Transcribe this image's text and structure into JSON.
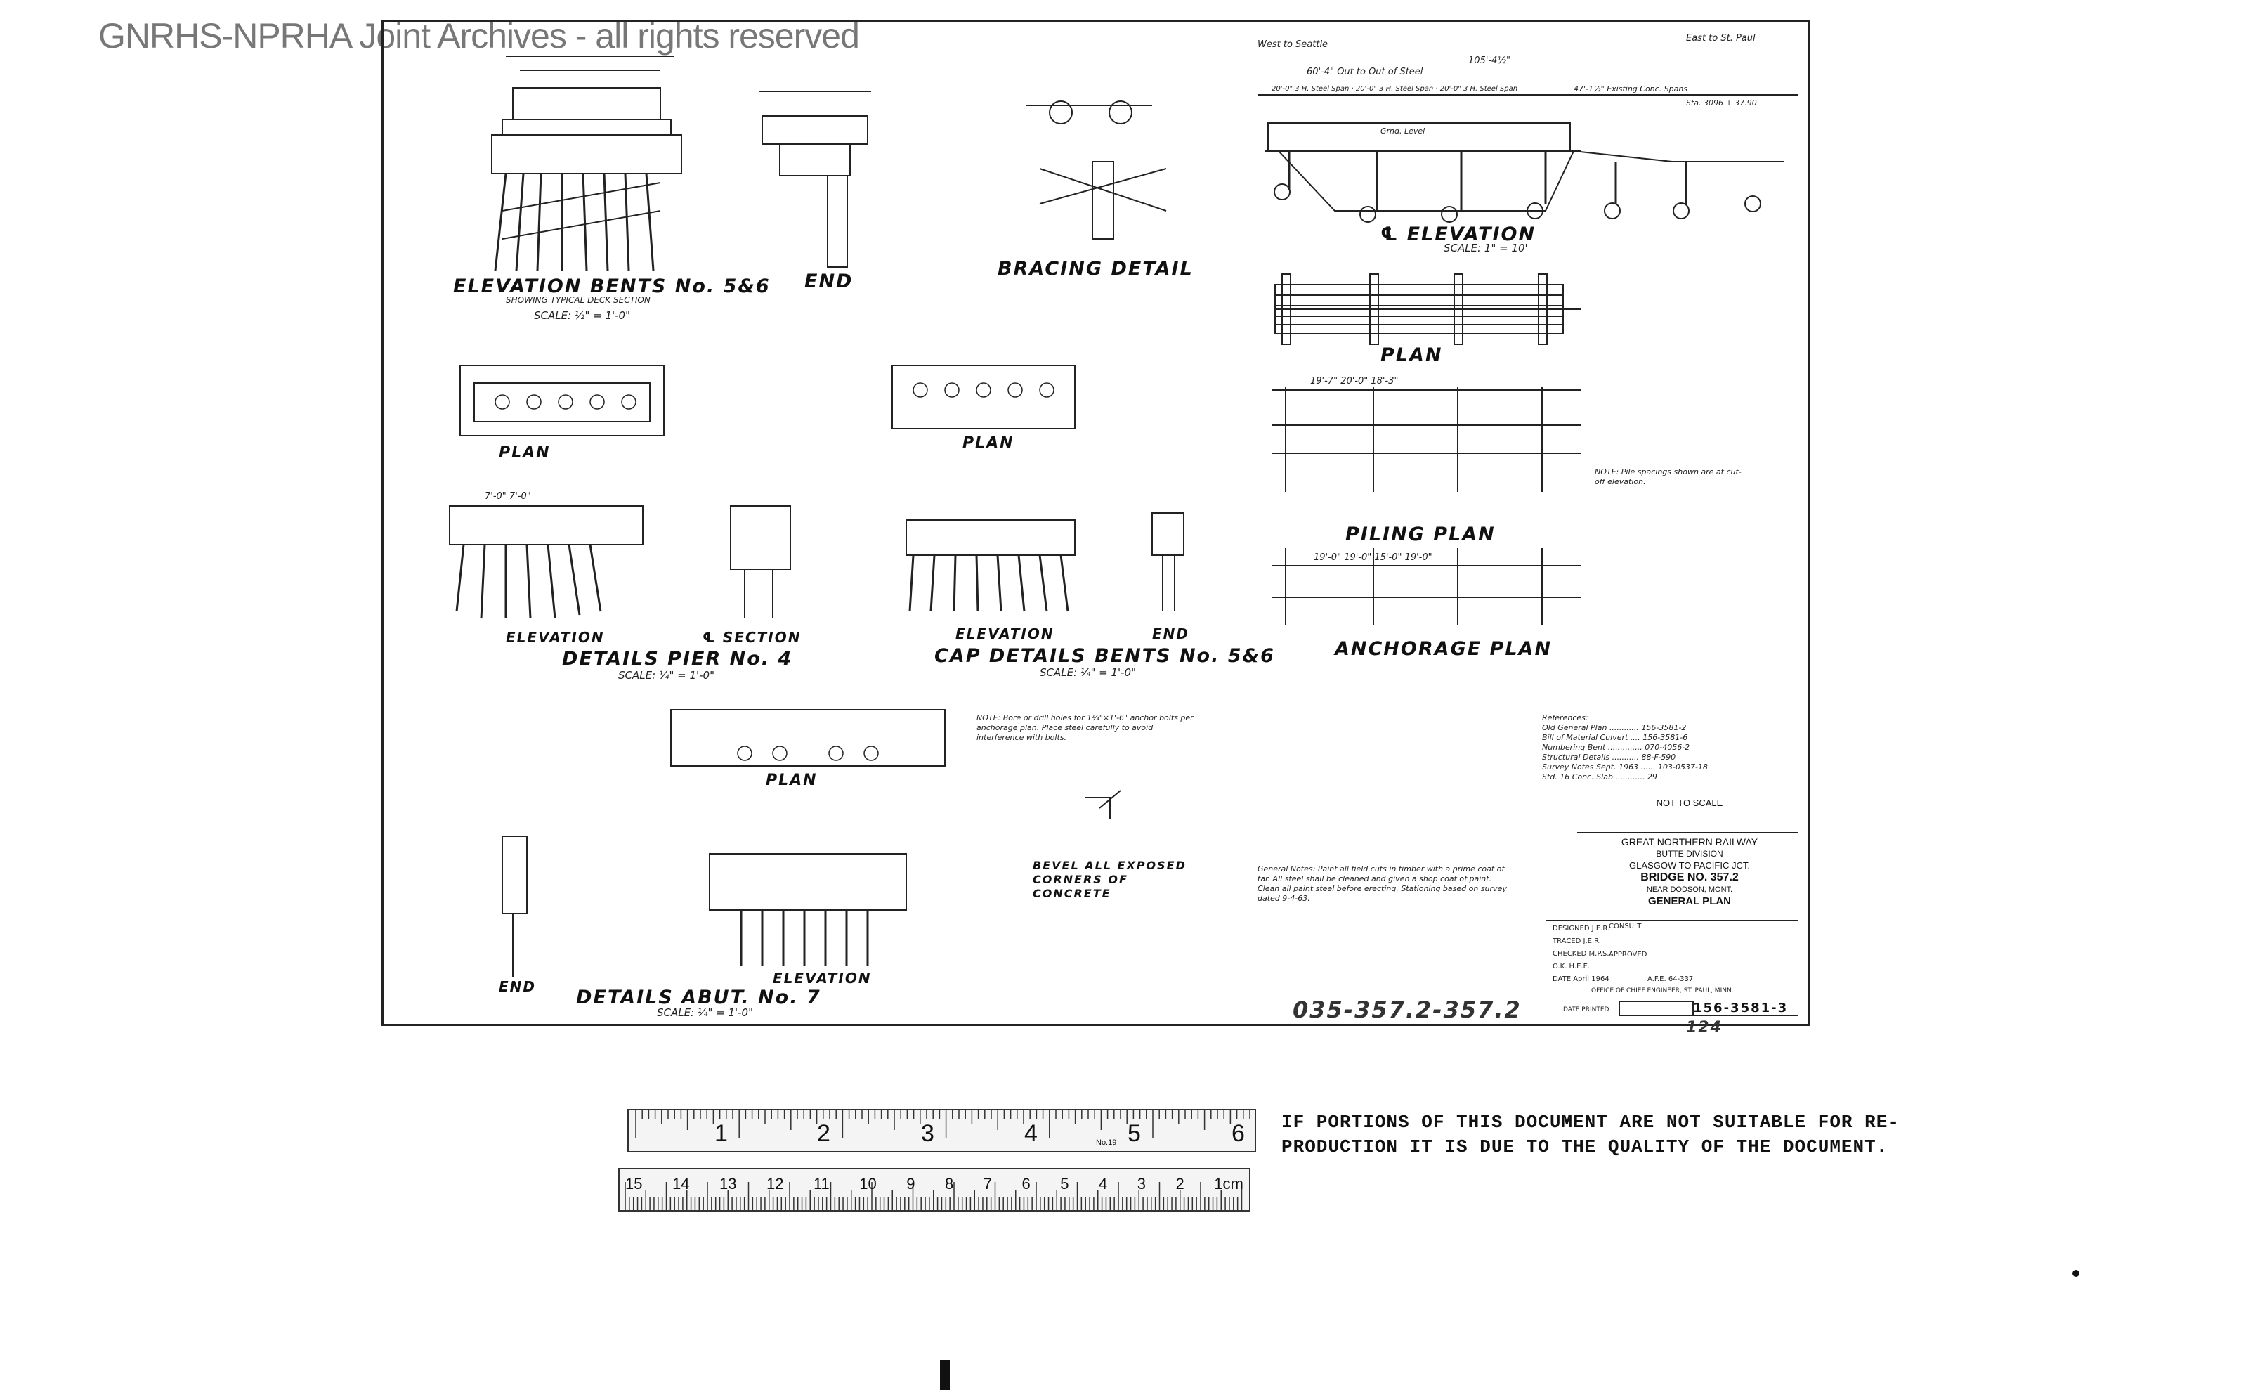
{
  "watermark": "GNRHS-NPRHA Joint Archives - all rights reserved",
  "drawing": {
    "views": {
      "elevation_bents": "ELEVATION BENTS No. 5&6",
      "showing_typical": "SHOWING TYPICAL DECK SECTION",
      "end": "END",
      "bracing_detail": "BRACING DETAIL",
      "cl_elevation": "℄ ELEVATION",
      "plan": "PLAN",
      "piling_plan": "PILING PLAN",
      "anchorage_plan": "ANCHORAGE PLAN",
      "details_pier": "DETAILS PIER No. 4",
      "cap_details": "CAP DETAILS BENTS No. 5&6",
      "details_abut": "DETAILS ABUT. No. 7",
      "elevation": "ELEVATION",
      "cl_section": "℄ SECTION",
      "bevel_note": "BEVEL ALL EXPOSED CORNERS OF CONCRETE"
    },
    "scales": {
      "half_inch": "SCALE: ½\" = 1'-0\"",
      "quarter_inch": "SCALE: ¼\" = 1'-0\"",
      "one_inch_ten": "SCALE: 1\" = 10'"
    },
    "dimensions": {
      "out_to_out": "60'-4\" Out to Out of Steel",
      "span_105": "105'-4½\"",
      "spans_row": "20'-0\" 3 H. Steel Span · 20'-0\" 3 H. Steel Span · 20'-0\" 3 H. Steel Span",
      "existing": "47'-1½\" Existing Conc. Spans",
      "station": "Sta. 3096 + 37.90",
      "ground_level": "Grnd. Level",
      "piling_spacing": "19'-7\"   20'-0\"   18'-3\"",
      "anchor_spacing": "19'-0\"   19'-0\"   15'-0\"   19'-0\"",
      "pier_dims": "7'-0\"   7'-0\""
    },
    "notes": {
      "piling_note": "NOTE: Pile spacings shown are at cut-off elevation.",
      "cap_note": "NOTE: Bore or drill holes for 1¼\"×1'-6\" anchor bolts per anchorage plan. Place steel carefully to avoid interference with bolts.",
      "general_notes": "General Notes: Paint all field cuts in timber with a prime coat of tar. All steel shall be cleaned and given a shop coat of paint. Clean all paint steel before erecting. Stationing based on survey dated 9-4-63."
    },
    "references": {
      "heading": "References:",
      "rows": [
        "Old General Plan ............ 156-3581-2",
        "Bill of Material Culvert .... 156-3581-6",
        "Numbering Bent .............. 070-4056-2",
        "Structural Details ........... 88-F-590",
        "Survey Notes Sept. 1963 ...... 103-0537-18",
        "Std. 16 Conc. Slab ............ 29"
      ]
    },
    "titleblock": {
      "not_to_scale": "NOT TO SCALE",
      "railway": "GREAT NORTHERN RAILWAY",
      "division": "BUTTE DIVISION",
      "line": "GLASGOW TO PACIFIC JCT.",
      "bridge": "BRIDGE NO. 357.2",
      "near": "NEAR DODSON, MONT.",
      "plan": "GENERAL PLAN",
      "designed": "DESIGNED  J.E.R.",
      "traced": "TRACED  J.E.R.",
      "checked": "CHECKED  M.P.S.",
      "ok": "O.K. H.E.E.",
      "date": "DATE  April 1964",
      "afe": "A.F.E. 64-337",
      "office": "OFFICE OF CHIEF ENGINEER, ST. PAUL, MINN.",
      "date_printed": "DATE PRINTED",
      "drawing_no": "156-3581-3",
      "sheet_code": "035-357.2-357.2",
      "revision": "124",
      "consult": "CONSULT",
      "approved": "APPROVED"
    },
    "top_labels": {
      "west": "West to Seattle",
      "east": "East to St. Paul"
    }
  },
  "ruler": {
    "inches": [
      "1",
      "2",
      "3",
      "4",
      "5",
      "6"
    ],
    "cm": [
      "15",
      "14",
      "13",
      "12",
      "11",
      "10",
      "9",
      "8",
      "7",
      "6",
      "5",
      "4",
      "3",
      "2",
      "1cm"
    ],
    "label": "No.19"
  },
  "disclaimer": {
    "line1": "IF PORTIONS OF THIS DOCUMENT ARE NOT SUITABLE FOR RE-",
    "line2": "PRODUCTION IT IS DUE TO THE QUALITY OF THE DOCUMENT."
  }
}
